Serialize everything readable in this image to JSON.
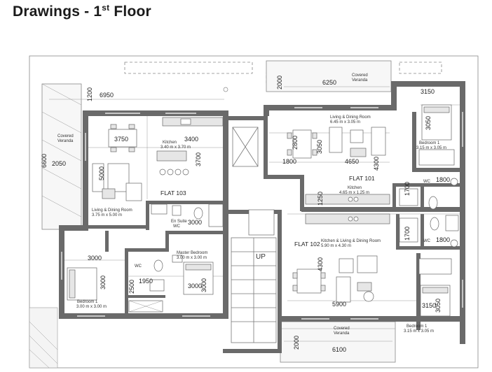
{
  "page": {
    "title_main": "Drawings - 1",
    "title_sup": "st",
    "title_end": " Floor"
  },
  "plan": {
    "flats": [
      "FLAT 103",
      "FLAT 101",
      "FLAT 102"
    ],
    "rooms": {
      "kitchen_103": [
        "Kitchen",
        "3.40 m x 3.70 m"
      ],
      "living_103": [
        "Living & Dining Room",
        "3.75 m x 5.00 m"
      ],
      "ensuite": [
        "En Suite",
        "WC"
      ],
      "master_bed": [
        "Master Bedroom",
        "3.00 m x 3.00 m"
      ],
      "wc_103": "WC",
      "bed1_103": [
        "Bedroom 1",
        "3.00 m x 3.00 m"
      ],
      "veranda_left": [
        "Covered",
        "Veranda"
      ],
      "veranda_top": [
        "Covered",
        "Veranda"
      ],
      "living_101": [
        "Living & Dining Room",
        "6.45 m x 3.05 m"
      ],
      "kitchen_101": [
        "Kitchen",
        "4.65 m x 1.25 m"
      ],
      "bed1_101": [
        "Bedroom 1",
        "3.15 m x 3.05 m"
      ],
      "wc_101": "WC",
      "wc_102": "WC",
      "kitchen_102": [
        "Kitchen & Living & Dining Room",
        "5.90 m x 4.30 m"
      ],
      "bed1_102": [
        "Bedroom 1",
        "3.15 m x 3.05 m"
      ],
      "veranda_bottom": [
        "Covered",
        "Veranda"
      ],
      "up": "UP"
    },
    "dims": {
      "d6950": "6950",
      "d1200": "1200",
      "d6600": "6600",
      "d2050": "2050",
      "d3750": "3750",
      "d3400": "3400",
      "d3700": "3700",
      "d5000": "5000",
      "d3000_ens": "3000",
      "d3000_l": "3000",
      "d3000_lv": "3000",
      "d2500": "2500",
      "d1950": "1950",
      "d3000_m": "3000",
      "d3000_mv": "3000",
      "d2000_t": "2000",
      "d6250": "6250",
      "d3150_t": "3150",
      "d2800": "2800",
      "d3050_l": "3050",
      "d1800_a": "1800",
      "d4650": "4650",
      "d4300_a": "4300",
      "d3050_b": "3050",
      "d1800_b": "1800",
      "d1700_a": "1700",
      "d1250": "1250",
      "d1700_b": "1700",
      "d1800_c": "1800",
      "d4300_b": "4300",
      "d5900": "5900",
      "d3150_b": "3150",
      "d3050_c": "3050",
      "d2000_b": "2000",
      "d6100": "6100"
    }
  }
}
